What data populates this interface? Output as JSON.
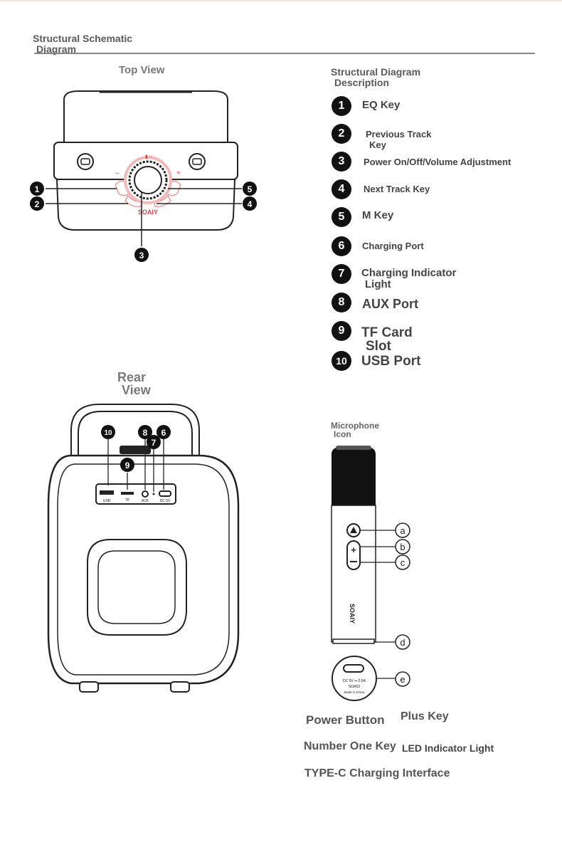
{
  "header": {
    "title_line1": "Structural Schematic",
    "title_line2": "Diagram"
  },
  "top_view": {
    "label": "Top View",
    "brand": "SOAIY"
  },
  "rear_view": {
    "label_line1": "Rear",
    "label_line2": "View"
  },
  "description": {
    "title_line1": "Structural Diagram",
    "title_line2": "Description",
    "items": [
      {
        "num": "1",
        "line1": "EQ Key",
        "line2": ""
      },
      {
        "num": "2",
        "line1": "Previous Track",
        "line2": "Key"
      },
      {
        "num": "3",
        "line1": "Power On/Off/Volume Adjustment",
        "line2": ""
      },
      {
        "num": "4",
        "line1": "Next Track Key",
        "line2": ""
      },
      {
        "num": "5",
        "line1": "M Key",
        "line2": ""
      },
      {
        "num": "6",
        "line1": "Charging Port",
        "line2": ""
      },
      {
        "num": "7",
        "line1": "Charging Indicator",
        "line2": "Light"
      },
      {
        "num": "8",
        "line1": "AUX Port",
        "line2": ""
      },
      {
        "num": "9",
        "line1": "TF Card",
        "line2": "Slot"
      },
      {
        "num": "10",
        "line1": "USB Port",
        "line2": ""
      }
    ]
  },
  "microphone": {
    "title_line1": "Microphone",
    "title_line2": "Icon",
    "brand": "SOAIY",
    "letters": [
      "a",
      "b",
      "c",
      "d",
      "e"
    ],
    "bottom_text": [
      "DC 5V ⎓ 0.5A",
      "SOA02",
      "Made in China"
    ],
    "labels": {
      "power_button": "Power Button",
      "plus_key": "Plus Key",
      "number_one_key": "Number One Key",
      "led_indicator": "LED Indicator Light",
      "typec": "TYPE-C Charging Interface"
    }
  }
}
